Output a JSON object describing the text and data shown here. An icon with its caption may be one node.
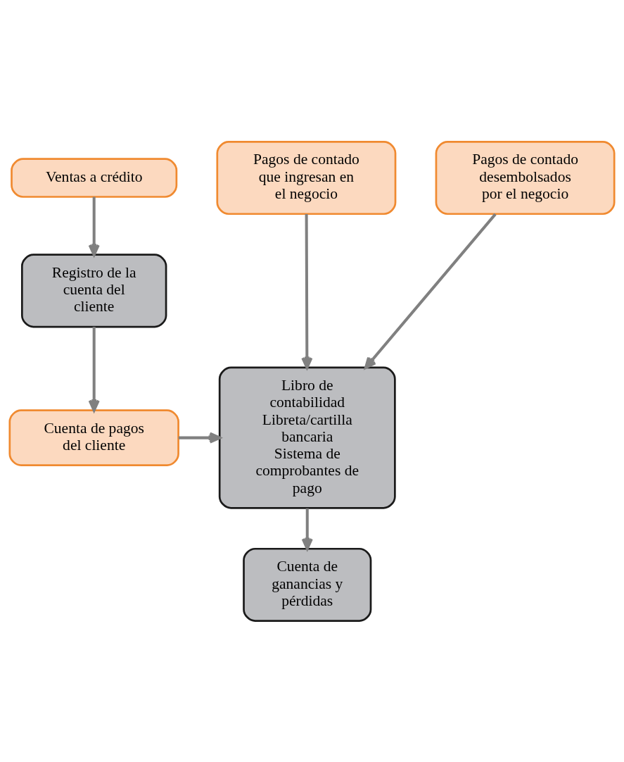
{
  "diagram": {
    "nodes": [
      {
        "text": [
          "Ventas a crédito"
        ]
      },
      {
        "text": [
          "Pagos de contado que ingresan en el negocio"
        ]
      },
      {
        "text": [
          "Pagos de contado desembolsados por el negocio"
        ]
      },
      {
        "text": [
          "Registro de la cuenta del cliente"
        ]
      },
      {
        "text": [
          "Cuenta de pagos del cliente"
        ]
      },
      {
        "text": [
          "Libro de contabilidad",
          "Libreta/cartilla bancaria",
          "Sistema de comprobantes de pago"
        ]
      },
      {
        "text": [
          "Cuenta de ganancias y pérdidas"
        ]
      }
    ],
    "edges": [
      {
        "from": 0,
        "to": 3,
        "arrow": "to"
      },
      {
        "from": 3,
        "to": 4,
        "arrow": "to"
      },
      {
        "from": 4,
        "to": 5,
        "arrow": "to"
      },
      {
        "from": 1,
        "to": 5,
        "arrow": "to"
      },
      {
        "from": 2,
        "to": 5,
        "arrow": "to"
      },
      {
        "from": 5,
        "to": 6,
        "arrow": "to"
      }
    ]
  }
}
